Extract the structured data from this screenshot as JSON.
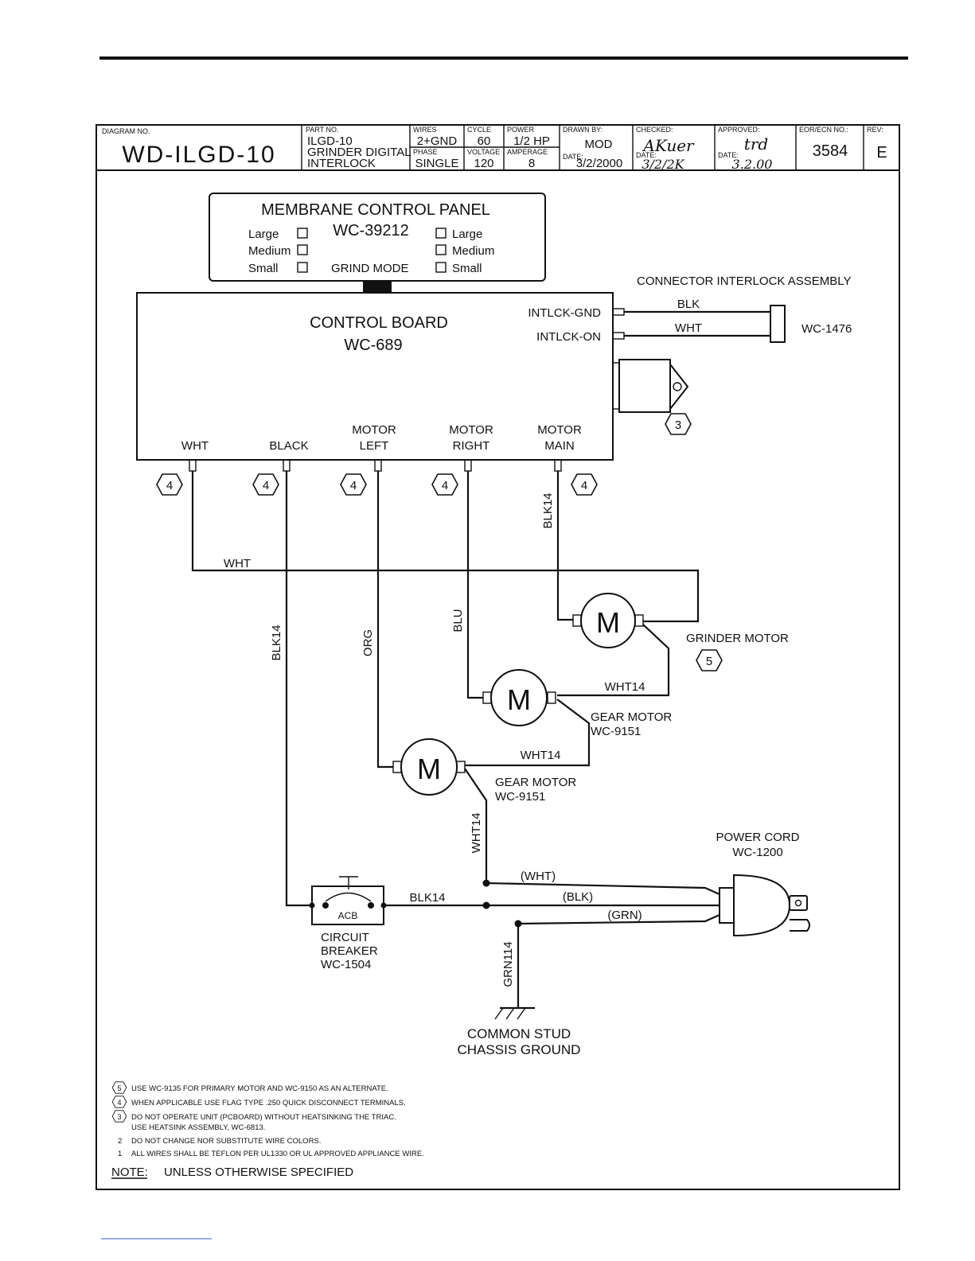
{
  "title_block": {
    "diagram_no_label": "DIAGRAM NO.",
    "diagram_no": "WD-ILGD-10",
    "part_no_label": "PART NO.",
    "part_no": "ILGD-10",
    "part_desc_1": "GRINDER DIGITAL",
    "part_desc_2": "INTERLOCK",
    "wires_label": "WIRES",
    "wires": "2+GND",
    "phase_label": "PHASE",
    "phase": "SINGLE",
    "cycle_label": "CYCLE",
    "cycle": "60",
    "voltage_label": "VOLTAGE",
    "voltage": "120",
    "power_label": "POWER",
    "power": "1/2 HP",
    "amperage_label": "AMPERAGE",
    "amperage": "8",
    "drawn_by_label": "DRAWN BY:",
    "drawn_by": "MOD",
    "date_label": "DATE:",
    "date": "3/2/2000",
    "checked_label": "CHECKED:",
    "checked_sig": "AKuer",
    "checked_date": "3/2/2K",
    "approved_label": "APPROVED:",
    "approved_sig": "trd",
    "approved_date": "3.2.00",
    "eco_label": "EOR/ECN NO.:",
    "eco": "3584",
    "rev_label": "REV:",
    "rev": "E"
  },
  "membrane_panel": {
    "title": "MEMBRANE CONTROL PANEL",
    "part": "WC-39212",
    "left_large": "Large",
    "left_medium": "Medium",
    "left_small": "Small",
    "right_large": "Large",
    "right_medium": "Medium",
    "right_small": "Small",
    "mode": "GRIND MODE"
  },
  "control_board": {
    "title": "CONTROL BOARD",
    "part": "WC-689",
    "intlck_gnd": "INTLCK-GND",
    "intlck_on": "INTLCK-ON",
    "term_wht": "WHT",
    "term_black": "BLACK",
    "term_motor_left_1": "MOTOR",
    "term_motor_left_2": "LEFT",
    "term_motor_right_1": "MOTOR",
    "term_motor_right_2": "RIGHT",
    "term_motor_main_1": "MOTOR",
    "term_motor_main_2": "MAIN"
  },
  "interlock": {
    "title": "CONNECTOR INTERLOCK ASSEMBLY",
    "wire_blk": "BLK",
    "wire_wht": "WHT",
    "part": "WC-1476"
  },
  "wires": {
    "wht": "WHT",
    "blk14_main": "BLK14",
    "blk14_black": "BLK14",
    "org": "ORG",
    "blu": "BLU",
    "wht14_grinder": "WHT14",
    "wht14_gear": "WHT14",
    "wht14_vertical": "WHT14",
    "blk14_breaker": "BLK14",
    "cord_wht": "(WHT)",
    "cord_blk": "(BLK)",
    "cord_grn": "(GRN)",
    "grn114": "GRN114"
  },
  "motors": {
    "symbol": "M",
    "grinder_label": "GRINDER MOTOR",
    "gear1_label": "GEAR MOTOR",
    "gear1_part": "WC-9151",
    "gear2_label": "GEAR MOTOR",
    "gear2_part": "WC-9151"
  },
  "breaker": {
    "inner": "ACB",
    "label_1": "CIRCUIT",
    "label_2": "BREAKER",
    "part": "WC-1504"
  },
  "power_cord": {
    "label": "POWER CORD",
    "part": "WC-1200"
  },
  "ground": {
    "label_1": "COMMON STUD",
    "label_2": "CHASSIS GROUND"
  },
  "flags": {
    "n3": "3",
    "n4": "4",
    "n5": "5"
  },
  "notes": {
    "n5_num": "5",
    "n5": "USE WC-9135 FOR PRIMARY MOTOR AND WC-9150 AS AN ALTERNATE.",
    "n4_num": "4",
    "n4": "WHEN APPLICABLE USE FLAG TYPE .250 QUICK DISCONNECT TERMINALS.",
    "n3_num": "3",
    "n3a": "DO NOT OPERATE UNIT (PCBOARD) WITHOUT HEATSINKING THE TRIAC.",
    "n3b": "USE HEATSINK ASSEMBLY, WC-6813.",
    "n2_num": "2",
    "n2": "DO NOT CHANGE NOR SUBSTITUTE WIRE COLORS.",
    "n1_num": "1",
    "n1": "ALL WIRES SHALL BE TEFLON PER UL1330 OR UL APPROVED APPLIANCE WIRE.",
    "note_label": "NOTE:",
    "note_text": "UNLESS OTHERWISE SPECIFIED"
  }
}
